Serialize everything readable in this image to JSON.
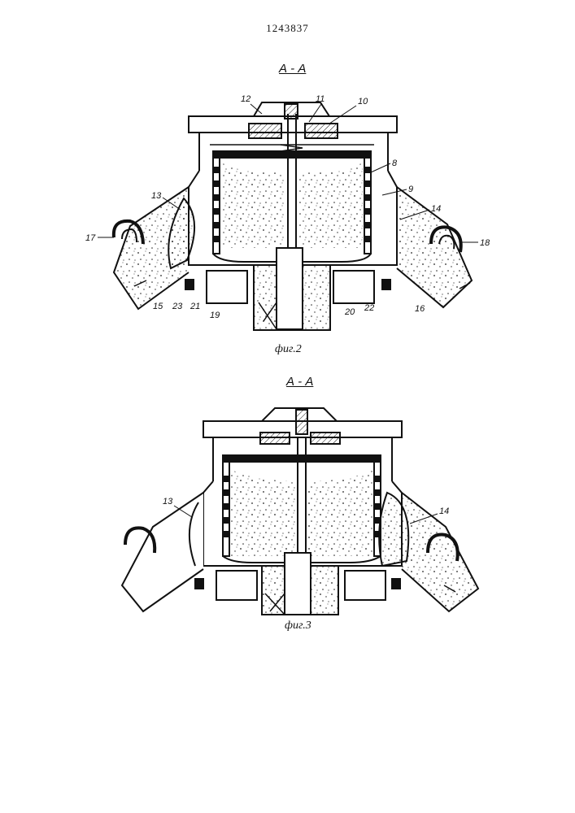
{
  "document": {
    "patent_number": "1243837",
    "figures": [
      {
        "section_label": "А - А",
        "caption": "фиг.2",
        "callouts": [
          "12",
          "11",
          "10",
          "8",
          "9",
          "13",
          "14",
          "17",
          "18",
          "15",
          "23",
          "21",
          "19",
          "20",
          "22",
          "16"
        ]
      },
      {
        "section_label": "А - А",
        "caption": "фиг.3",
        "callouts": [
          "13",
          "14"
        ]
      }
    ]
  },
  "colors": {
    "ink": "#111111",
    "paper": "#ffffff"
  }
}
